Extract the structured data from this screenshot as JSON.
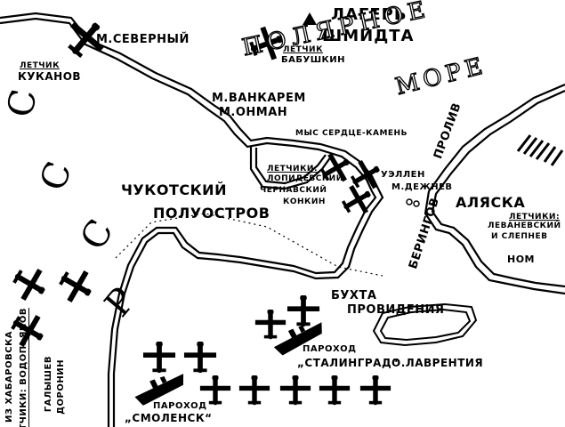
{
  "title": {
    "line1": "ЛАГЕРЬ",
    "line2": "ШМИДТА"
  },
  "sea": {
    "word1": "ПОЛЯРНОЕ",
    "word2": "МОРЕ"
  },
  "ussr_letters": [
    "С",
    "С",
    "С",
    "Р"
  ],
  "places": {
    "cape_severny": "М.СЕВЕРНЫЙ",
    "cape_vankarem": "М.ВАНКАРЕМ",
    "cape_onman": "М.ОНМАН",
    "cape_serdtse": "МЫС СЕРДЦЕ-КАМЕНЬ",
    "uellen": "УЭЛЛЕН",
    "dezhnev": "М.ДЕЖНЕВ",
    "chukotka_1": "ЧУКОТСКИЙ",
    "chukotka_2": "ПОЛУОСТРОВ",
    "strait_1": "ПРОЛИВ",
    "strait_2": "БЕРИНГОВ",
    "alaska": "АЛЯСКА",
    "nome": "НОМ",
    "bay_1": "БУХТА",
    "bay_2": "ПРОВИДЕНИЯ",
    "lavrentia": "О.ЛАВРЕНТИЯ"
  },
  "pilots": {
    "kukanov_title": "ЛЕТЧИК",
    "kukanov_name": "КУКАНОВ",
    "babushkin_title": "ЛЕТЧИК",
    "babushkin_name": "БАБУШКИН",
    "group_title": "ЛЕТЧИКИ:",
    "group_name1": "ЛОПИДЕВСКИЙ",
    "group_name2": "ЧЕРНАВСКИЙ",
    "group_name3": "КОНКИН",
    "alaska_title": "ЛЕТЧИКИ:",
    "alaska_name1": "ЛЕВАНЕВСКИЙ",
    "alaska_name2": "И СЛЕПНЕВ",
    "khab_from": "ИЗ ХАБАРОВСКА",
    "khab_title": "ЛЕТЧИКИ: ВОДОПЬЯНОВ",
    "khab_name2": "ГАЛЫШЕВ",
    "khab_name3": "ДОРОНИН"
  },
  "ships": {
    "stalingrad_kind": "ПАРОХОД",
    "stalingrad_name": "„СТАЛИНГРАД“",
    "smolensk_kind": "ПАРОХОД",
    "smolensk_name": "„СМОЛЕНСК“"
  },
  "icons": [
    "plane-icon",
    "steamer-icon",
    "hatched-mountain-icon"
  ]
}
